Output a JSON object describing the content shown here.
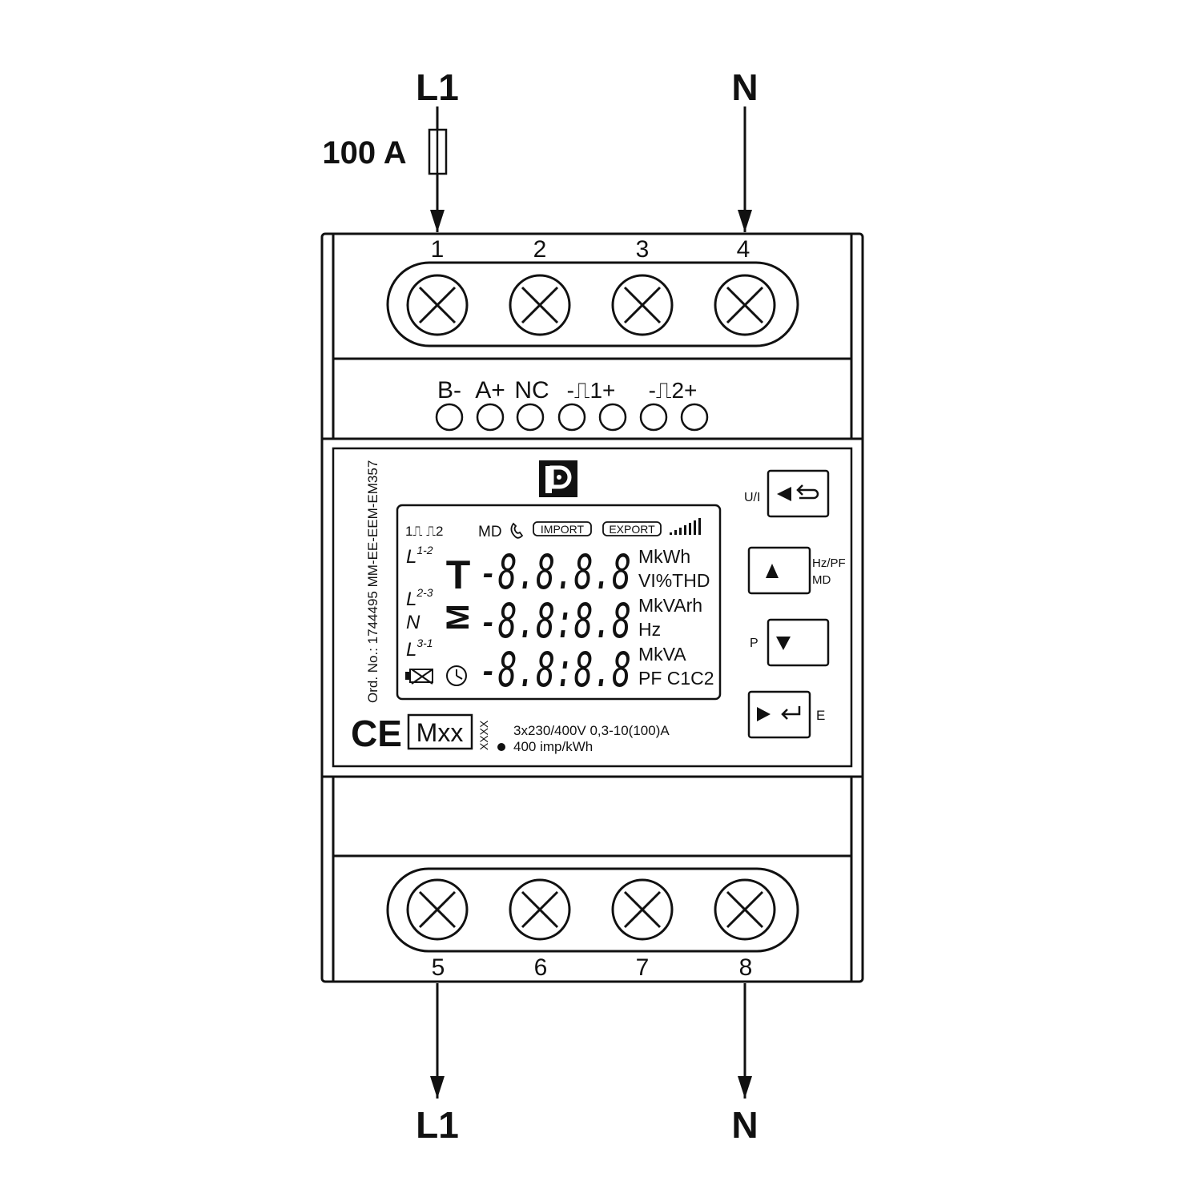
{
  "wiring": {
    "top_left_label": "L1",
    "top_right_label": "N",
    "fuse_rating": "100 A",
    "bottom_left_label": "L1",
    "bottom_right_label": "N"
  },
  "terminals": {
    "top_numbers": [
      "1",
      "2",
      "3",
      "4"
    ],
    "bottom_numbers": [
      "5",
      "6",
      "7",
      "8"
    ]
  },
  "comm_terminals": {
    "labels": [
      "B-",
      "A+",
      "NC",
      "-⎍1+",
      "-⎍2+"
    ]
  },
  "front": {
    "order_text": "Ord. No.: 1744495 MM-EE-EEM-EM357",
    "ce_mark": "CE",
    "metrology_mark": "Mxx",
    "year_code": "XXXX",
    "rating_line1": "3x230/400V 0,3-10(100)A",
    "rating_line2": "400 imp/kWh"
  },
  "lcd": {
    "pulse_indicator": "1⎍ ⎍2",
    "md": "MD",
    "import": "IMPORT",
    "export": "EXPORT",
    "phase_l12": "L",
    "phase_l12_sup": "1-2",
    "phase_l23": "L",
    "phase_l23_sup": "2-3",
    "phase_n": "N",
    "phase_l31": "L",
    "phase_l31_sup": "3-1",
    "letter_t": "T",
    "letter_m": "M",
    "row1_digits": "-8.8.8.8",
    "row2_digits": "-8.8:8.8",
    "row3_digits": "-8.8:8.8",
    "units": [
      "MkWh",
      "VI%THD",
      "MkVArh",
      "Hz",
      "MkVA",
      "PF C1C2"
    ]
  },
  "buttons": {
    "ui_label": "U/I",
    "hzpf_label": "Hz/PF",
    "md_label": "MD",
    "p_label": "P",
    "e_label": "E"
  }
}
